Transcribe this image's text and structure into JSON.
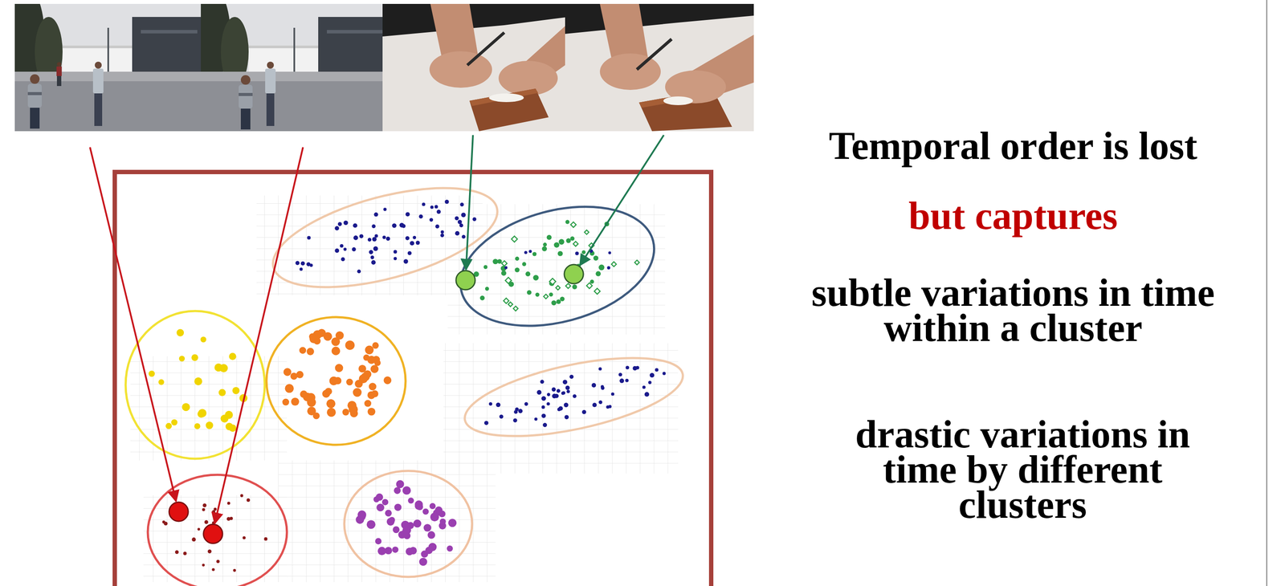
{
  "diagram": {
    "labels": [
      "Temporal order is lost",
      "but captures",
      "subtle variations in time within a cluster",
      "drastic variations in time by different clusters"
    ]
  }
}
